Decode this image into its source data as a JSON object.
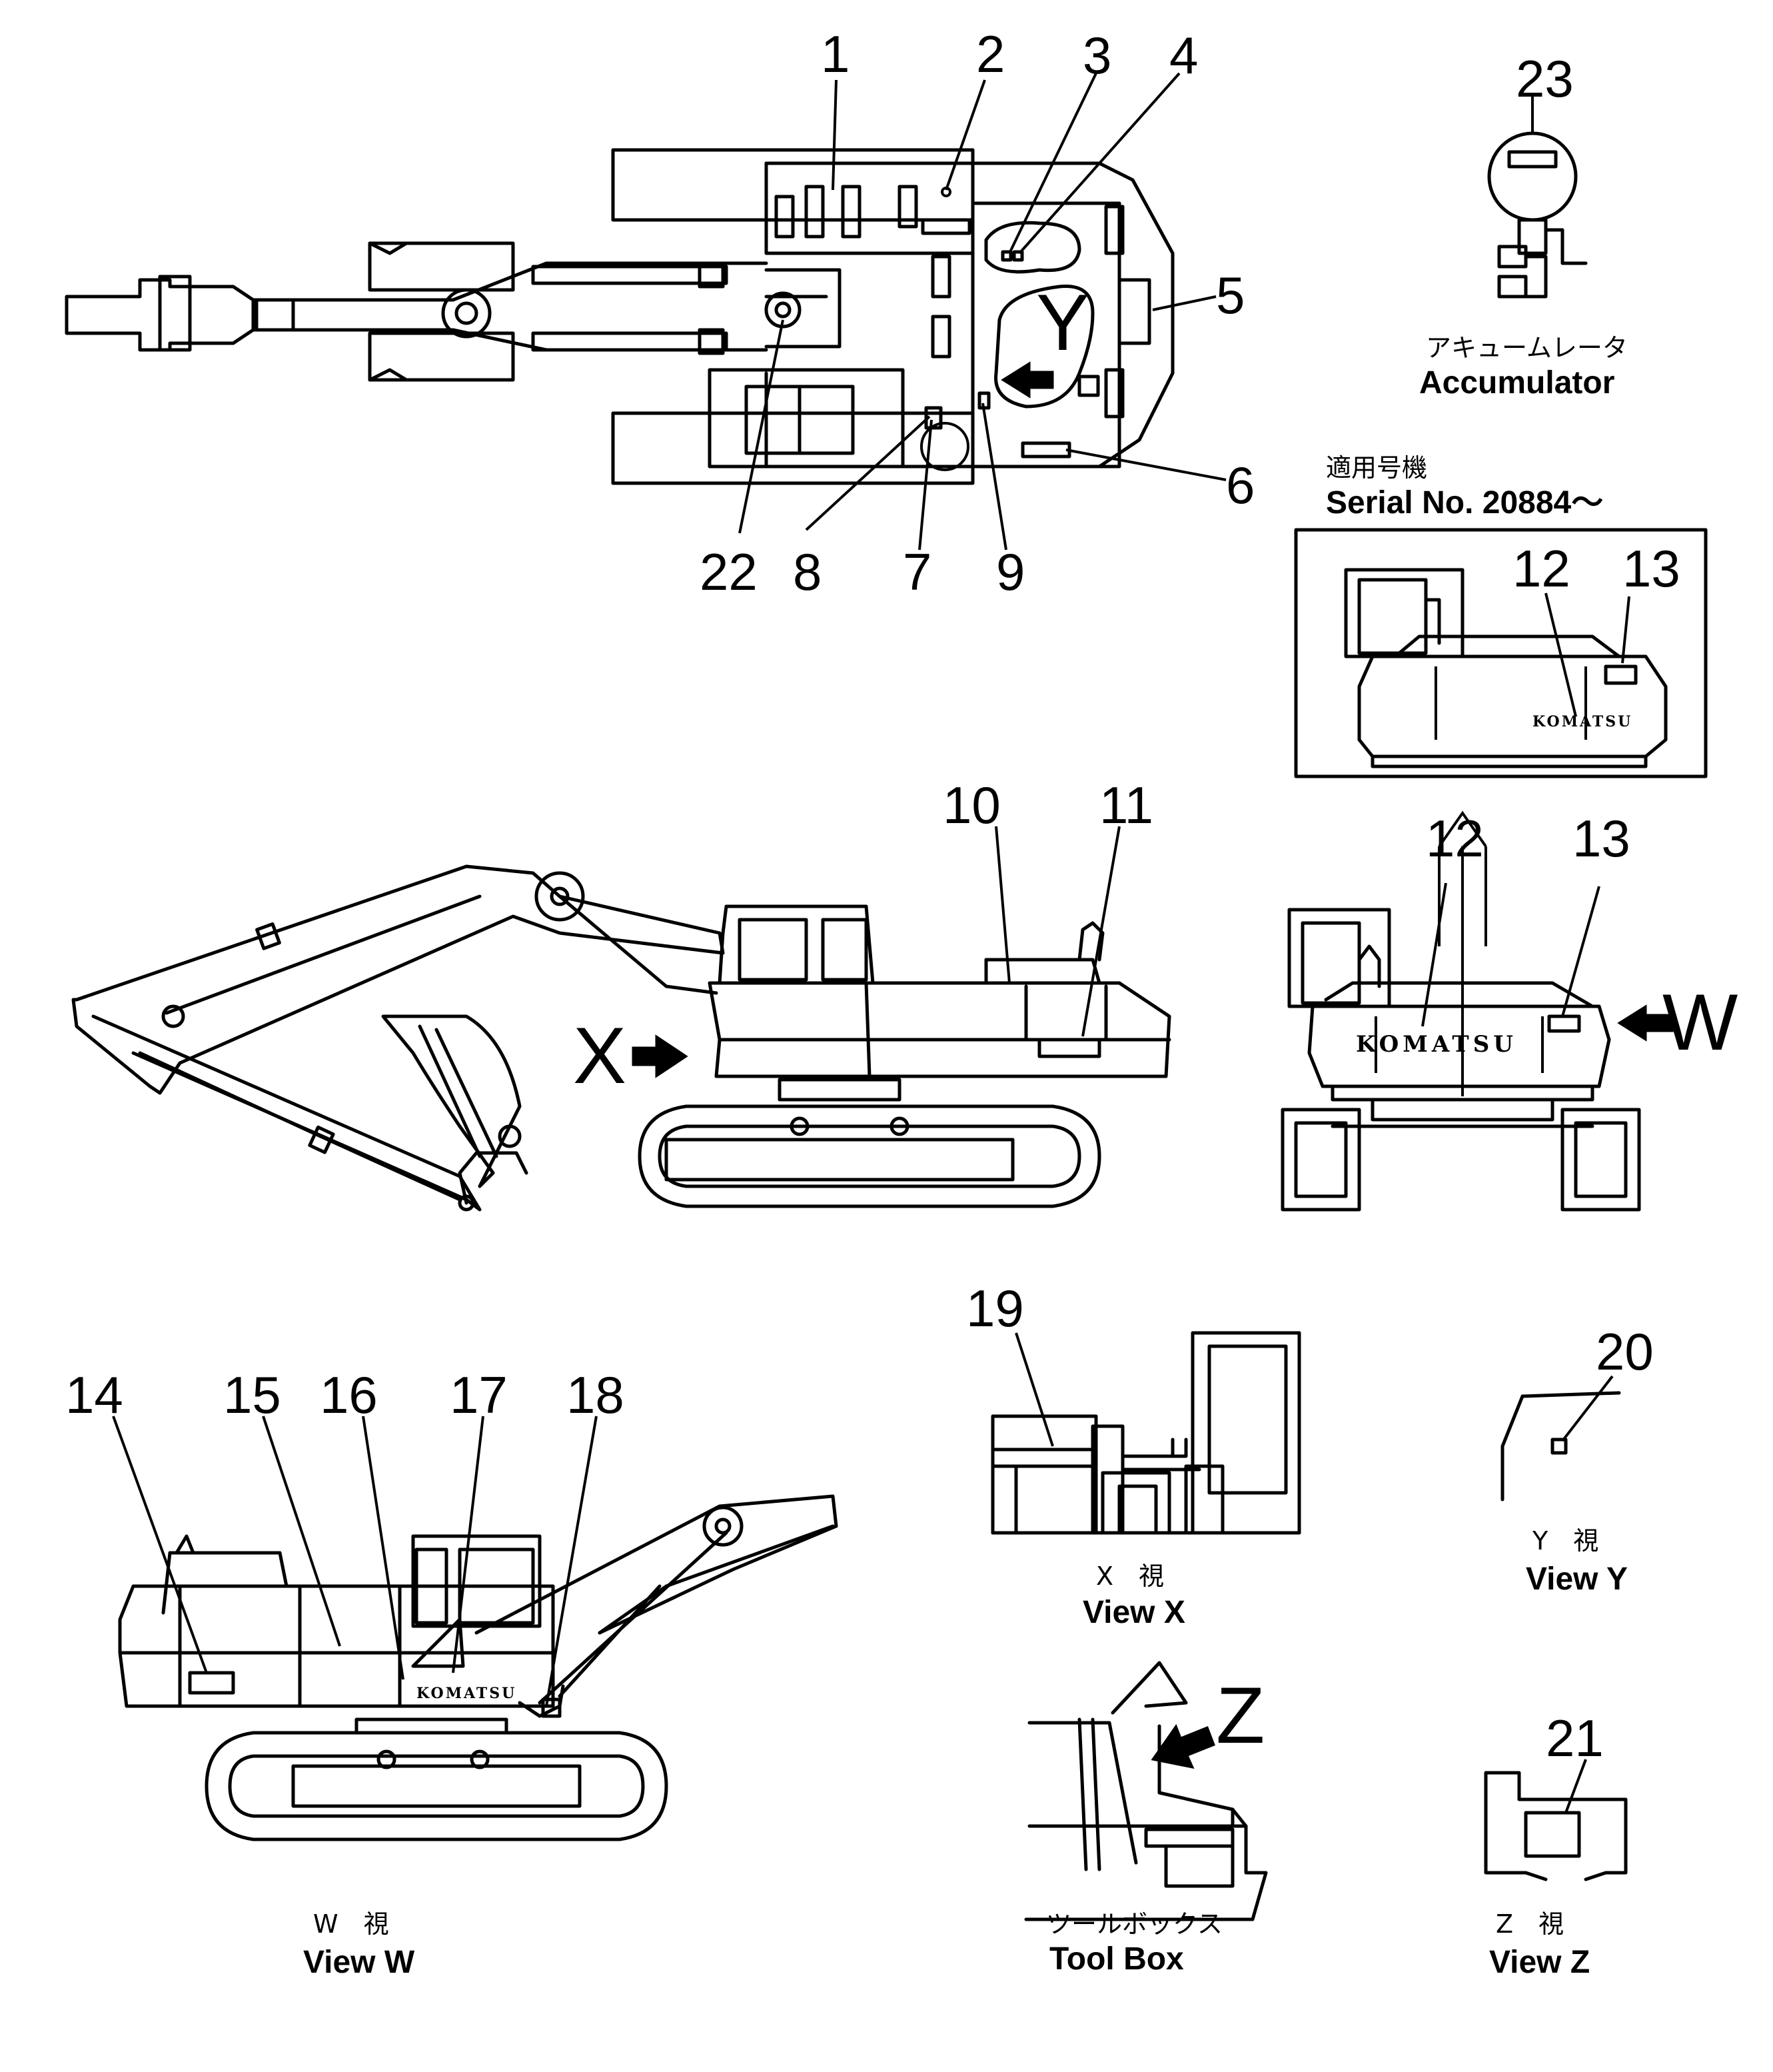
{
  "callouts": [
    "1",
    "2",
    "3",
    "4",
    "5",
    "6",
    "7",
    "8",
    "9",
    "10",
    "11",
    "12",
    "12",
    "13",
    "13",
    "14",
    "15",
    "16",
    "17",
    "18",
    "19",
    "20",
    "21",
    "22",
    "23"
  ],
  "arrow_labels": {
    "x": "X",
    "y": "Y",
    "w": "W",
    "z": "Z"
  },
  "accumulator": {
    "jp": "アキュームレータ",
    "en": "Accumulator"
  },
  "serial": {
    "jp": "適用号機",
    "en": "Serial  No. 20884～"
  },
  "brand": {
    "large": "KOMATSU",
    "small": "KOMATSU",
    "side": "KOMATSU"
  },
  "views": {
    "x": {
      "jp": "X　視",
      "en": "View  X"
    },
    "y": {
      "jp": "Y　視",
      "en": "View  Y"
    },
    "w": {
      "jp": "W　視",
      "en": "View  W"
    },
    "z": {
      "jp": "Z　視",
      "en": "View  Z"
    },
    "toolbox": {
      "jp": "ツールボックス",
      "en": "Tool  Box"
    }
  }
}
